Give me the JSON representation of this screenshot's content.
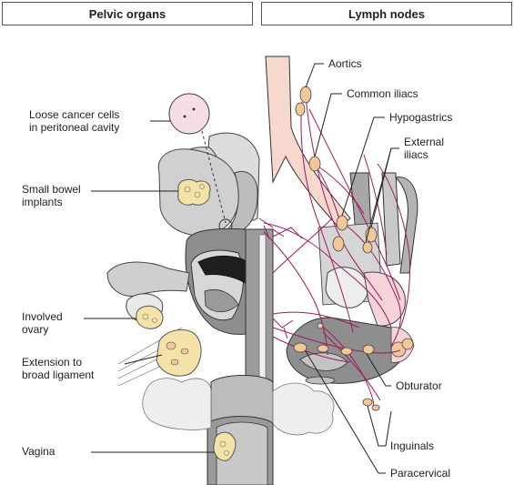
{
  "headers": {
    "left": "Pelvic organs",
    "right": "Lymph nodes"
  },
  "labels": {
    "loose_cells_1": "Loose cancer cells",
    "loose_cells_2": "in peritoneal cavity",
    "small_bowel_1": "Small bowel",
    "small_bowel_2": "implants",
    "ovary_1": "Involved",
    "ovary_2": "ovary",
    "broad_1": "Extension to",
    "broad_2": "broad ligament",
    "vagina": "Vagina",
    "aortics": "Aortics",
    "common_iliacs": "Common iliacs",
    "hypogastrics": "Hypogastrics",
    "external_1": "External",
    "external_2": "iliacs",
    "obturator": "Obturator",
    "inguinals": "Inguinals",
    "paracervical": "Paracervical"
  },
  "colors": {
    "lymph_vessel": "#a0195f",
    "node_fill": "#f2c79a",
    "vessel_fill": "#f7d8cf",
    "tumor_fill": "#f3e3a8",
    "organ_gray": "#cfcfcf",
    "dark_gray": "#8e8e8e"
  }
}
